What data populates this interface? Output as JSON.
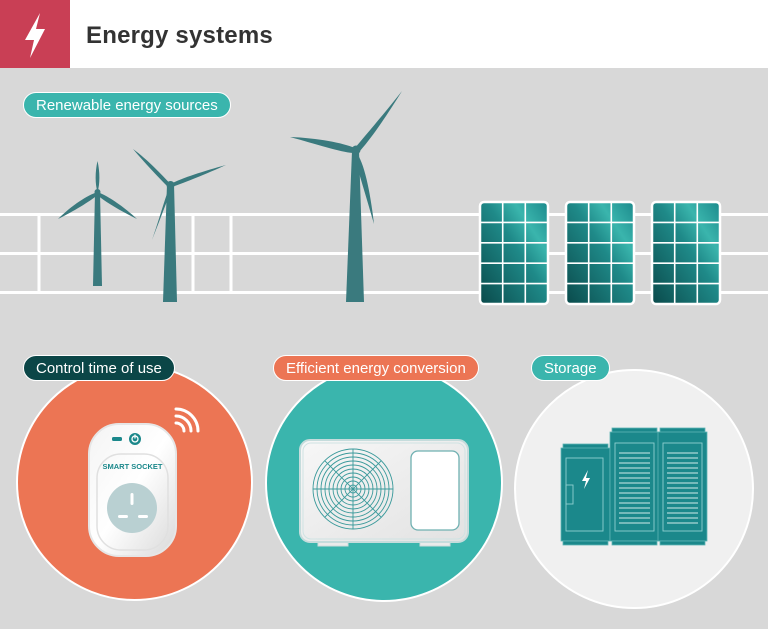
{
  "header": {
    "title": "Energy systems",
    "logo_icon": "lightning-bolt-icon",
    "logo_color": "#c93f55"
  },
  "sections": {
    "renewable": {
      "label": "Renewable energy sources",
      "color": "#3ab5ad",
      "items": [
        {
          "icon": "wind-turbine-icon",
          "count": 3
        },
        {
          "icon": "solar-panel-icon",
          "count": 3
        }
      ]
    },
    "control": {
      "label": "Control time of use",
      "color": "#0b4647",
      "circle_color": "#ec7554",
      "device": {
        "icon": "smart-socket-icon",
        "text": "SMART SOCKET"
      }
    },
    "conversion": {
      "label": "Efficient energy conversion",
      "color": "#ec7554",
      "circle_color": "#3ab5ad",
      "device": {
        "icon": "heat-pump-unit-icon"
      }
    },
    "storage": {
      "label": "Storage",
      "color": "#3ab5ad",
      "circle_color": "#f0f0f0",
      "device": {
        "icon": "battery-storage-cabinet-icon"
      }
    }
  },
  "colors": {
    "background": "#d8d8d8",
    "turbine": "#3a7a7e",
    "fence": "#ffffff",
    "accent_teal": "#3ab5ad",
    "storage_teal": "#1b888b"
  }
}
